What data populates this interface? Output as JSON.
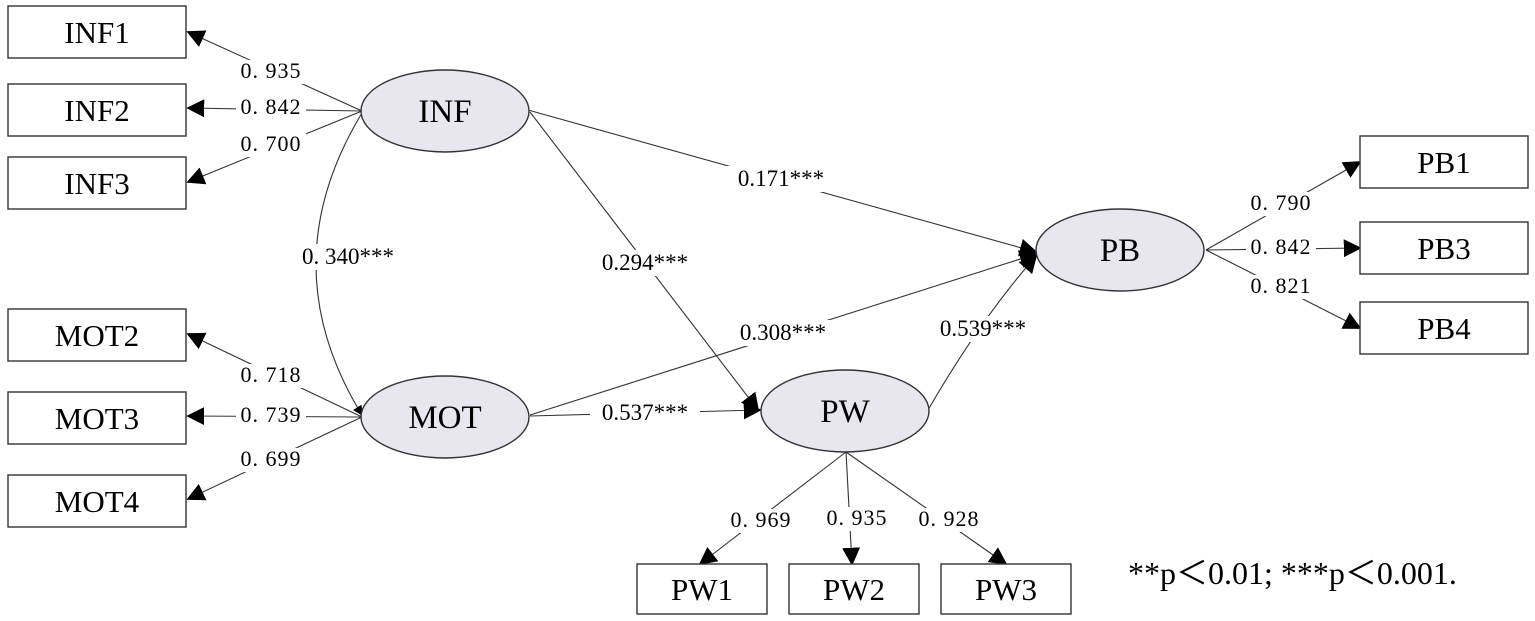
{
  "nodes": {
    "inf1": "INF1",
    "inf2": "INF2",
    "inf3": "INF3",
    "mot2": "MOT2",
    "mot3": "MOT3",
    "mot4": "MOT4",
    "pw1": "PW1",
    "pw2": "PW2",
    "pw3": "PW3",
    "pb1": "PB1",
    "pb3": "PB3",
    "pb4": "PB4",
    "inf": "INF",
    "mot": "MOT",
    "pw": "PW",
    "pb": "PB"
  },
  "loadings": {
    "inf1": "0. 935",
    "inf2": "0. 842",
    "inf3": "0. 700",
    "mot2": "0. 718",
    "mot3": "0. 739",
    "mot4": "0. 699",
    "pw1": "0. 969",
    "pw2": "0. 935",
    "pw3": "0. 928",
    "pb1": "0. 790",
    "pb3": "0. 842",
    "pb4": "0. 821"
  },
  "paths": {
    "inf_mot": "0. 340***",
    "inf_pb": "0.171***",
    "inf_pw": "0.294***",
    "mot_pb": "0.308***",
    "mot_pw": "0.537***",
    "pw_pb": "0.539***"
  },
  "note": "**p＜0.01; ***p＜0.001."
}
